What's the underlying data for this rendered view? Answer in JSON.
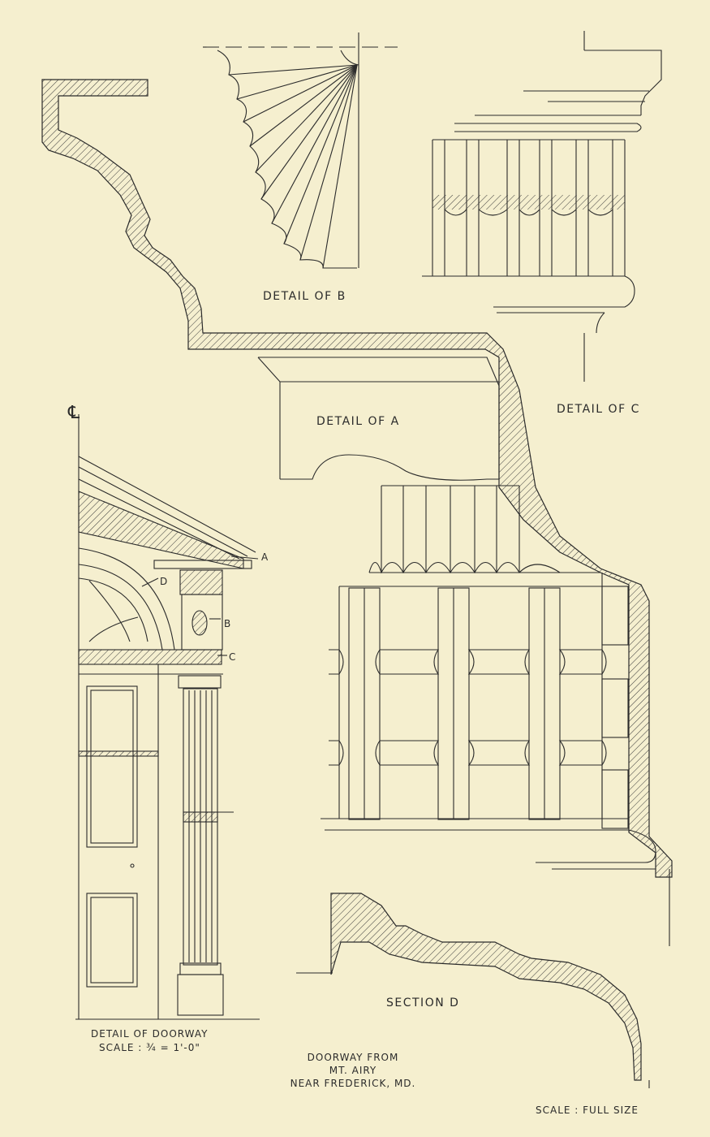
{
  "labels": {
    "detail_b": "DETAIL OF B",
    "detail_c": "DETAIL OF C",
    "detail_a": "DETAIL OF A",
    "section_d": "SECTION D",
    "doorway_title": "DETAIL OF DOORWAY",
    "doorway_scale": "SCALE : ¾ = 1'-0\"",
    "caption_line1": "DOORWAY FROM",
    "caption_line2": "MT. AIRY",
    "caption_line3": "NEAR FREDERICK, MD.",
    "full_scale": "SCALE : FULL SIZE",
    "centerline": "℄",
    "callout_a": "A",
    "callout_b": "B",
    "callout_c": "C",
    "callout_d": "D"
  }
}
